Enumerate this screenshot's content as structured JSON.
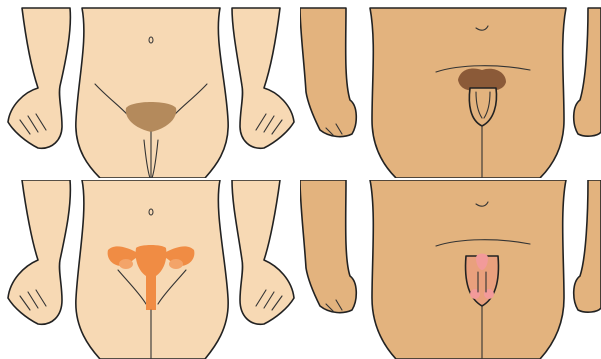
{
  "colors": {
    "background": "#ffffff",
    "skin_light": "#f7d9b4",
    "skin_tan": "#e3b37e",
    "pubic_hair_light": "#b48a5c",
    "pubic_hair_dark": "#8b5a38",
    "uterus": "#f08c44",
    "uterus_shade": "#f3a469",
    "male_organs": "#e9a07d",
    "male_organs_pink": "#f29a9a",
    "outline": "#222222"
  },
  "panels": [
    {
      "id": "female-external",
      "subject": "female",
      "view": "external"
    },
    {
      "id": "male-external",
      "subject": "male",
      "view": "external"
    },
    {
      "id": "female-internal",
      "subject": "female",
      "view": "internal"
    },
    {
      "id": "male-internal",
      "subject": "male",
      "view": "internal"
    }
  ]
}
